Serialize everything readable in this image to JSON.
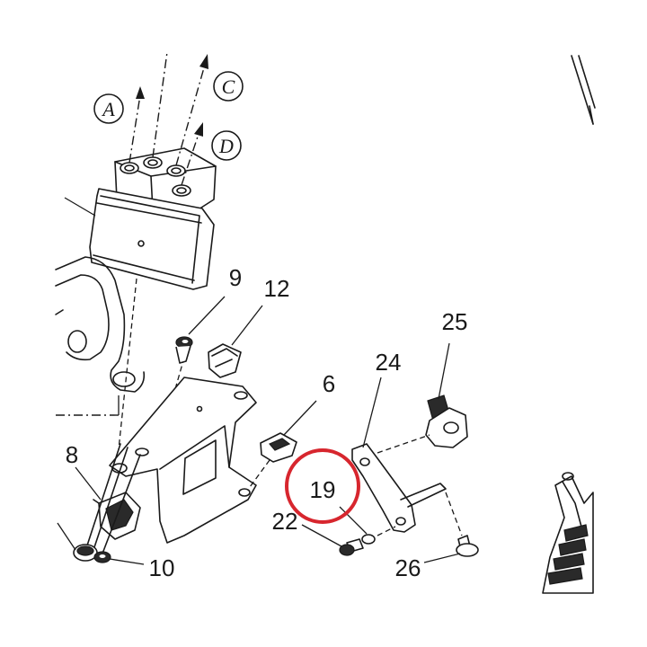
{
  "callouts": {
    "c9": "9",
    "c12": "12",
    "c25": "25",
    "c24": "24",
    "c6": "6",
    "c8": "8",
    "c19": "19",
    "c22": "22",
    "c10": "10",
    "c26": "26"
  },
  "connectors": {
    "a": "A",
    "c": "C",
    "d": "D"
  },
  "highlight": {
    "target": "19",
    "color": "#d7262e"
  }
}
